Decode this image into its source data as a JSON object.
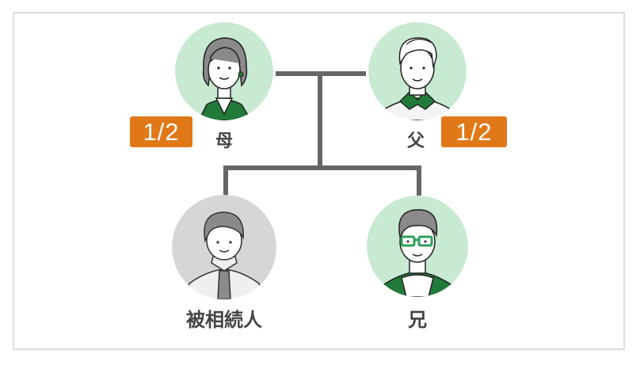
{
  "diagram": {
    "type": "family-tree-inheritance-shares",
    "colors": {
      "accent_badge": "#E07818",
      "connector": "#666666",
      "heir_circle_bg": "#C8E9D2",
      "deceased_circle_bg": "#D6D6D6",
      "clothing_green": "#217A3A",
      "label_text": "#444444",
      "frame_border": "#DCDCDC"
    },
    "nodes": {
      "mother": {
        "label": "母",
        "share": "1/2",
        "role": "heir"
      },
      "father": {
        "label": "父",
        "share": "1/2",
        "role": "heir"
      },
      "deceased": {
        "label": "被相続人",
        "role": "deceased"
      },
      "brother": {
        "label": "兄",
        "role": "sibling"
      }
    },
    "edges": [
      {
        "from": "mother",
        "to": "father",
        "type": "marriage"
      },
      {
        "from": "mother-father",
        "to": "deceased",
        "type": "child"
      },
      {
        "from": "mother-father",
        "to": "brother",
        "type": "child"
      }
    ]
  }
}
